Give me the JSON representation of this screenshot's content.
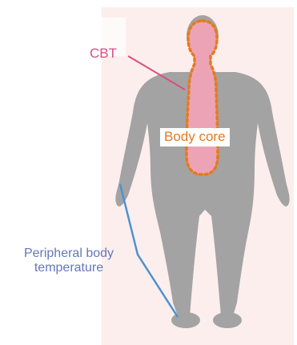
{
  "labels": {
    "cbt": "CBT",
    "body_core": "Body core",
    "peripheral": "Peripheral body temperature"
  },
  "colors": {
    "cbt": "#d94f7f",
    "body_core": "#e57a1e",
    "peripheral": "#6478bb",
    "probe_line": "#4b93d0",
    "background_panel": "#fdeeee",
    "silhouette": "#a3a3a3",
    "core_fill": "#eda3b6"
  },
  "icons": {
    "figure": "human-silhouette-icon"
  }
}
